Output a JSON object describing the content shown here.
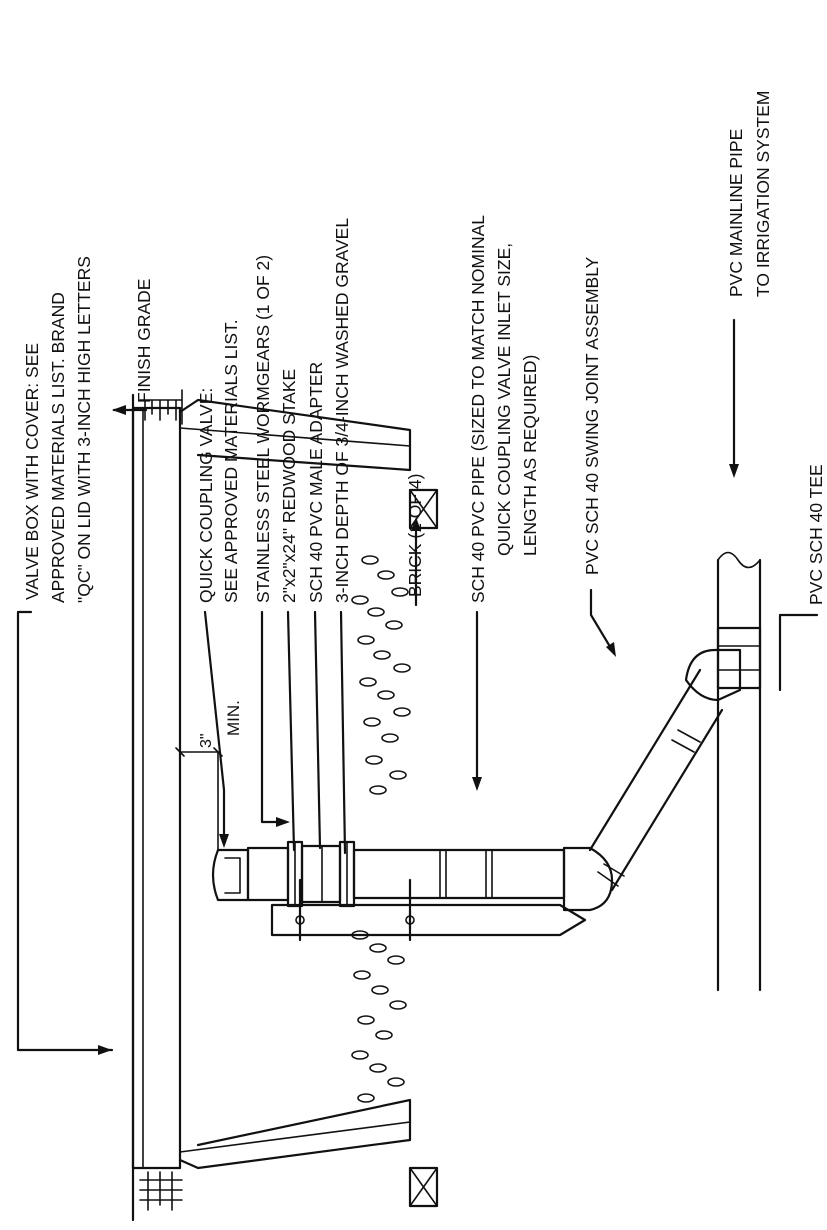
{
  "labels": {
    "valve_box_1": "VALVE BOX WITH COVER: SEE",
    "valve_box_2": "APPROVED MATERIALS LIST.  BRAND",
    "valve_box_3": "\"QC\" ON LID WITH 3-INCH HIGH LETTERS",
    "finish_grade": "FINISH GRADE",
    "qcv_1": "QUICK COUPLING VALVE:",
    "qcv_2": "SEE APPROVED MATERIALS LIST.",
    "wormgears": "STAINLESS STEEL WORMGEARS (1 OF 2)",
    "stake": "2\"x2\"x24\" REDWOOD STAKE",
    "adapter": "SCH 40 PVC MALE ADAPTER",
    "gravel": "3-INCH DEPTH OF 3/4-INCH WASHED GRAVEL",
    "brick": "BRICK (1 OF 4)",
    "pipe_1": "SCH 40 PVC PIPE (SIZED TO MATCH NOMINAL",
    "pipe_2": "QUICK COUPLING VALVE INLET SIZE,",
    "pipe_3": "LENGTH AS REQUIRED)",
    "swing_joint": "PVC SCH 40 SWING JOINT ASSEMBLY",
    "mainline_1": "PVC MAINLINE PIPE",
    "mainline_2": "TO IRRIGATION SYSTEM",
    "tee": "PVC SCH 40 TEE",
    "dim_value": "3\"",
    "dim_min": "MIN."
  }
}
